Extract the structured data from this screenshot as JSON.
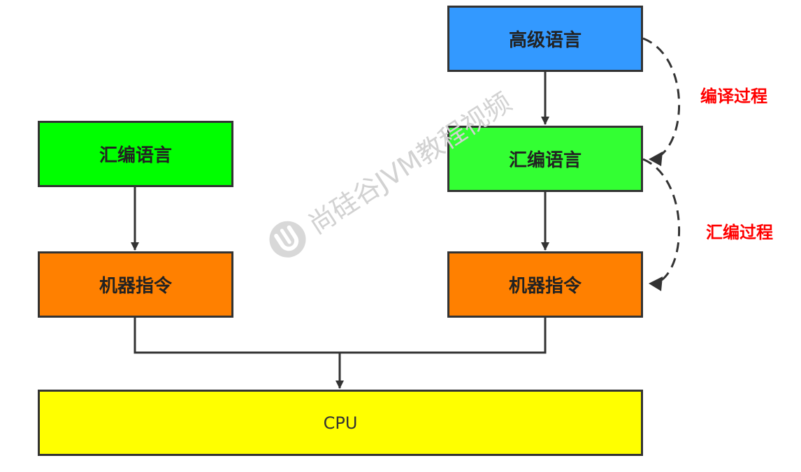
{
  "colors": {
    "blue": "#3399ff",
    "green_left": "#00ff00",
    "green_right": "#33ff33",
    "orange": "#ff8000",
    "yellow": "#ffff00",
    "stroke": "#333333",
    "process_label": "#ff0000",
    "watermark": "#d2d2d2"
  },
  "nodes": {
    "high_level_language": "高级语言",
    "assembly_left": "汇编语言",
    "assembly_right": "汇编语言",
    "machine_left": "机器指令",
    "machine_right": "机器指令",
    "cpu": "CPU"
  },
  "process_labels": {
    "compile": "编译过程",
    "assemble": "汇编过程"
  },
  "watermark": {
    "text": "尚硅谷JVM教程视频",
    "logo_icon": "atguigu-logo-icon"
  }
}
